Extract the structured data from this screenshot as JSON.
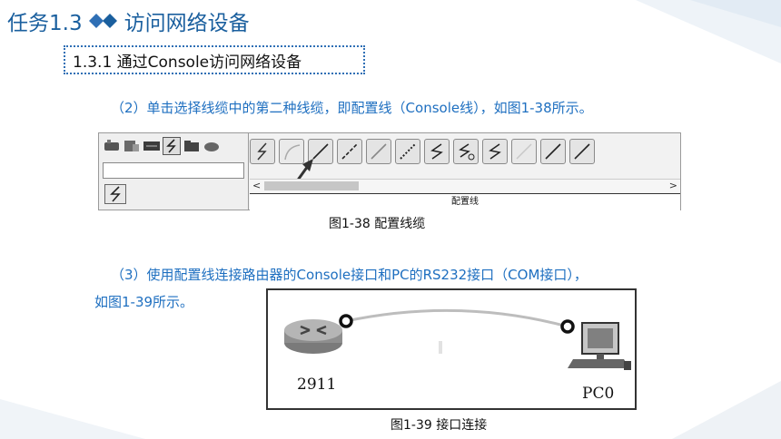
{
  "header": {
    "title_prefix": "任务1.3",
    "title_text": "访问网络设备"
  },
  "section": {
    "subtitle": "1.3.1 通过Console访问网络设备"
  },
  "step2": {
    "text": "（2）单击选择线缆中的第二种线缆，即配置线（Console线），如图1-38所示。"
  },
  "figure38": {
    "bar_label": "配置线",
    "caption": "图1-38 配置线缆",
    "scroll_left": "<",
    "scroll_right": ">"
  },
  "step3": {
    "line1": "（3）使用配置线连接路由器的Console接口和PC的RS232接口（COM接口），",
    "line2": "如图1-39所示。"
  },
  "figure39": {
    "router_label": "2911",
    "pc_label": "PC0",
    "caption": "图1-39 接口连接"
  },
  "colors": {
    "accent": "#1a5f9e",
    "paragraph": "#1e6fc0",
    "box_border": "#2f6fb5"
  }
}
